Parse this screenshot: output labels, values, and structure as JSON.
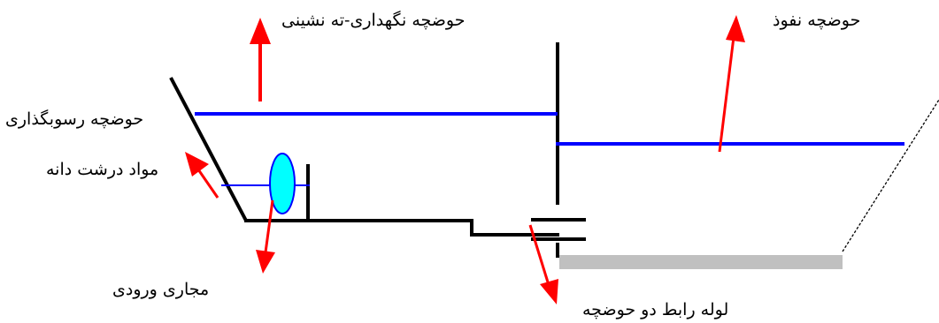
{
  "labels": {
    "storage_settling_basin": "حوضچه نگهداری-ته نشینی",
    "infiltration_basin": "حوضچه نفوذ",
    "sedimentation_basin": "حوضچه رسوبگذاری",
    "coarse_material": "مواد درشت دانه",
    "inlet_channel": "مجاری ورودی",
    "connecting_pipe": "لوله رابط دو حوضچه"
  },
  "colors": {
    "structure": "#000000",
    "water_level": "#0000ff",
    "arrow": "#ff0000",
    "inlet_fill": "#00ffff",
    "infiltration_bed": "#c0c0c0"
  }
}
